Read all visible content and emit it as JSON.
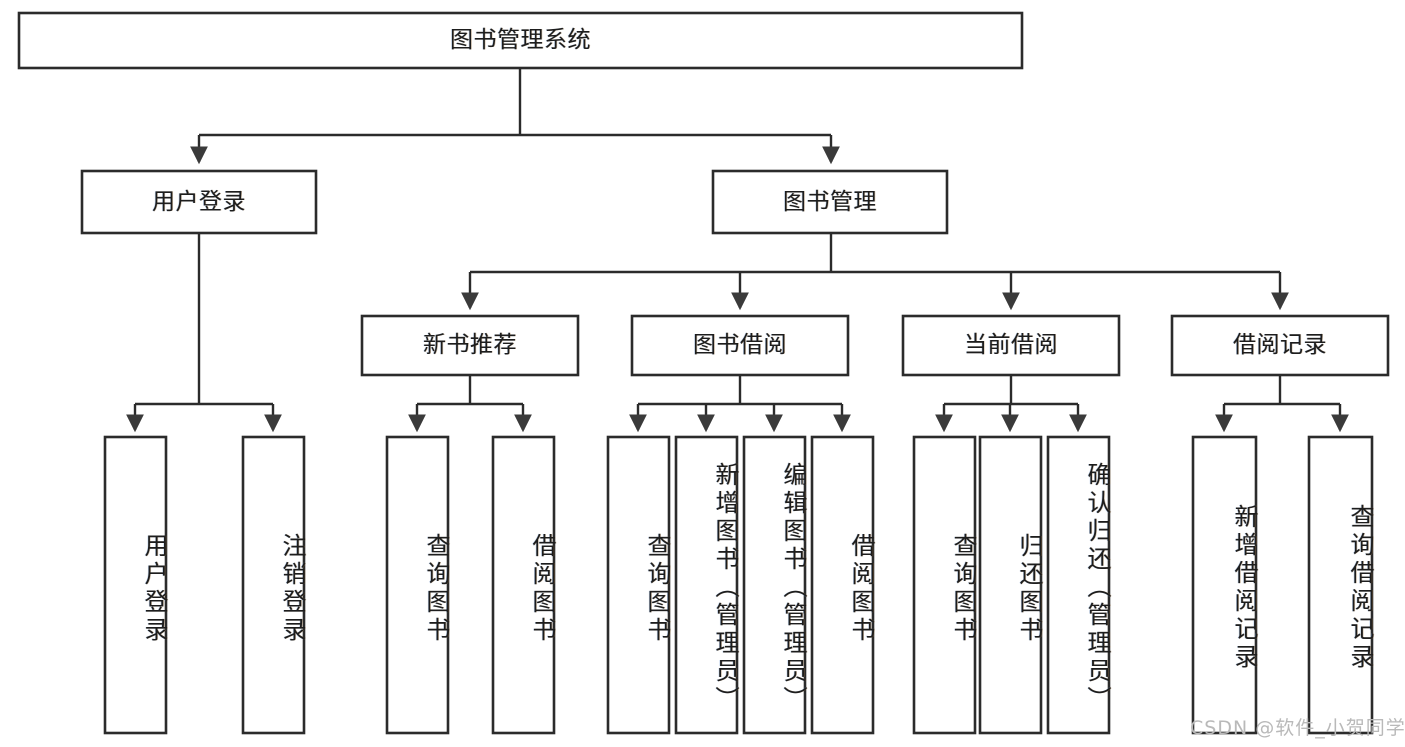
{
  "diagram": {
    "title": "图书管理系统",
    "watermark": "CSDN @软件_小贺同学",
    "nodes": {
      "root": {
        "label": "图书管理系统"
      },
      "level2": [
        {
          "id": "user-login",
          "label": "用户登录"
        },
        {
          "id": "book-management",
          "label": "图书管理"
        }
      ],
      "level3": [
        {
          "id": "new-book-recommend",
          "label": "新书推荐"
        },
        {
          "id": "book-borrow",
          "label": "图书借阅"
        },
        {
          "id": "current-borrow",
          "label": "当前借阅"
        },
        {
          "id": "borrow-record",
          "label": "借阅记录"
        }
      ],
      "leaves": [
        {
          "id": "leaf-user-login",
          "label": "用户登录",
          "parent": "user-login"
        },
        {
          "id": "leaf-logout-login",
          "label": "注销登录",
          "parent": "user-login"
        },
        {
          "id": "leaf-query-book-1",
          "label": "查询图书",
          "parent": "new-book-recommend"
        },
        {
          "id": "leaf-borrow-book-1",
          "label": "借阅图书",
          "parent": "new-book-recommend"
        },
        {
          "id": "leaf-query-book-2",
          "label": "查询图书",
          "parent": "book-borrow"
        },
        {
          "id": "leaf-add-book",
          "label": "新增图书（管理员）",
          "parent": "book-borrow"
        },
        {
          "id": "leaf-edit-book",
          "label": "编辑图书（管理员）",
          "parent": "book-borrow"
        },
        {
          "id": "leaf-borrow-book-2",
          "label": "借阅图书",
          "parent": "book-borrow"
        },
        {
          "id": "leaf-query-book-3",
          "label": "查询图书",
          "parent": "current-borrow"
        },
        {
          "id": "leaf-return-book",
          "label": "归还图书",
          "parent": "current-borrow"
        },
        {
          "id": "leaf-confirm-return",
          "label": "确认归还（管理员）",
          "parent": "current-borrow"
        },
        {
          "id": "leaf-add-record",
          "label": "新增借阅记录",
          "parent": "borrow-record"
        },
        {
          "id": "leaf-query-record",
          "label": "查询借阅记录",
          "parent": "borrow-record"
        }
      ]
    },
    "colors": {
      "stroke": "#2b2b2b",
      "fill": "#ffffff",
      "text": "#1d1d1d",
      "watermark": "#b9b9b9"
    }
  }
}
